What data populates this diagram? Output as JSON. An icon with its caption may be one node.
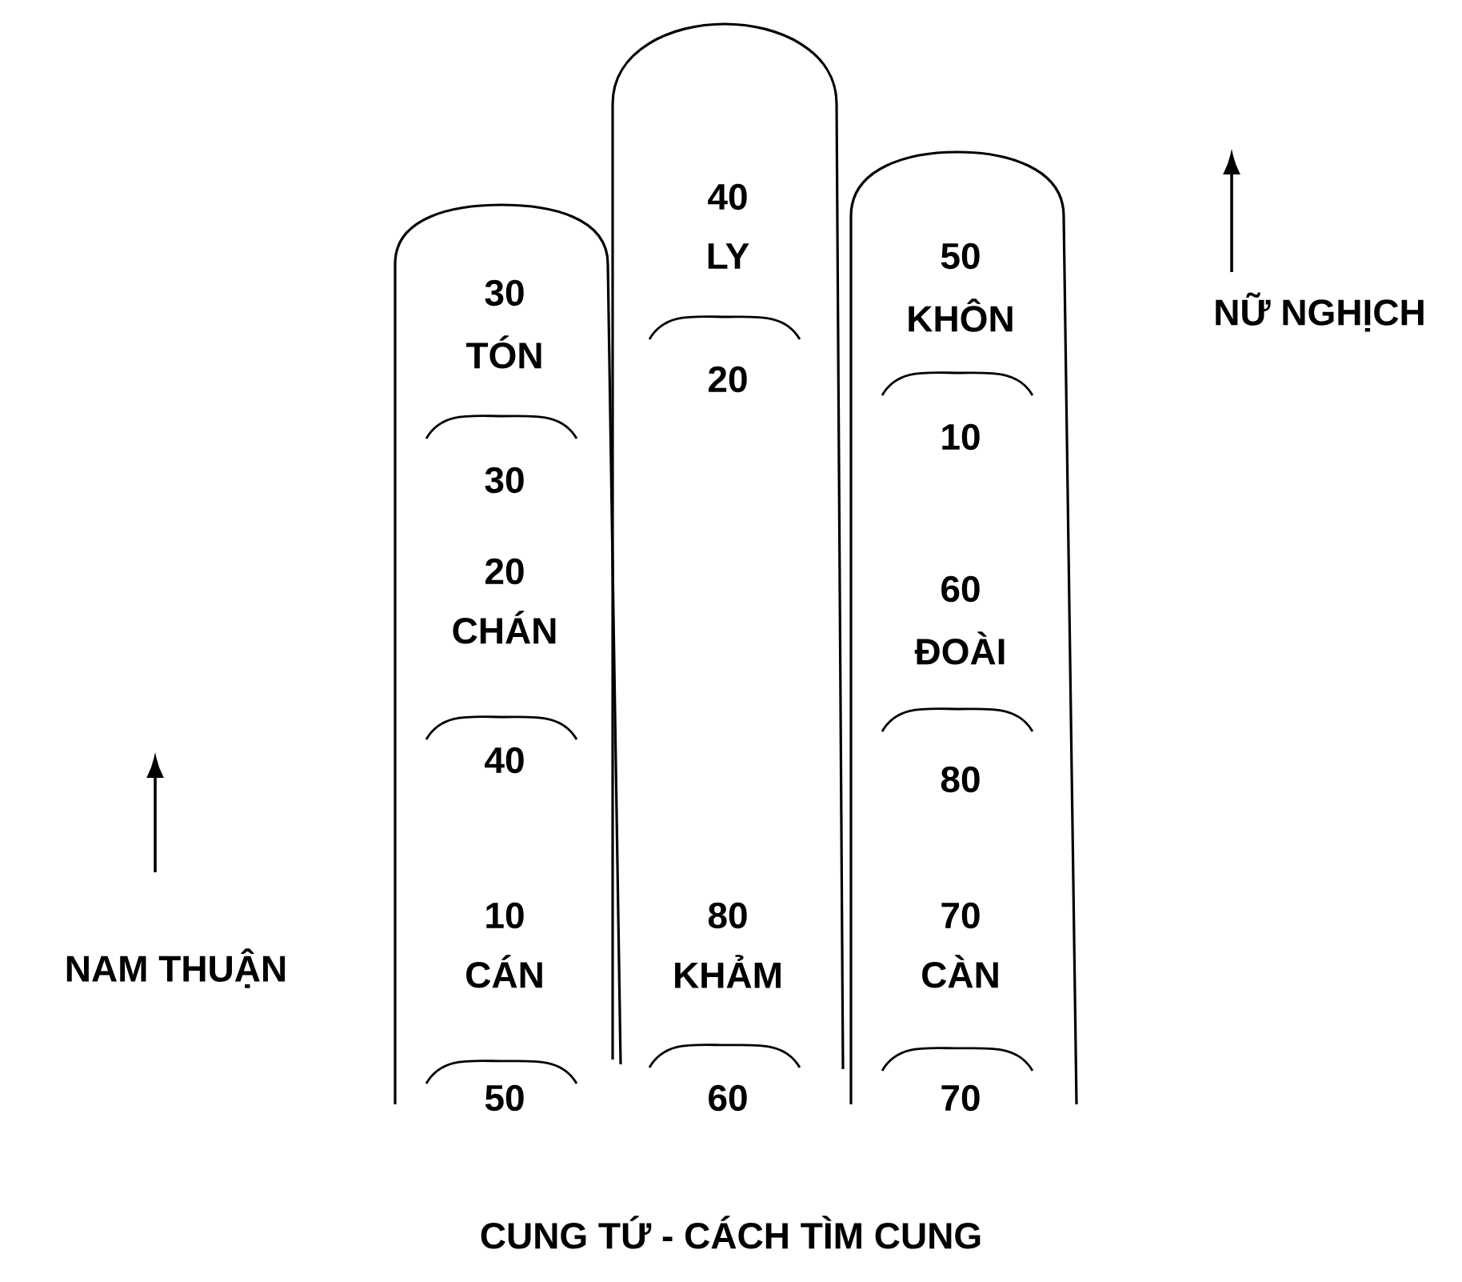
{
  "diagram": {
    "caption": "CUNG TỨ - CÁCH TÌM CUNG",
    "nodes": [
      {
        "text": [
          "30",
          "TÓN",
          "30",
          "20",
          "CHÁN",
          "40",
          "10",
          "CÁN",
          "50"
        ]
      },
      {
        "text": [
          "40",
          "LY",
          "20",
          "80",
          "KHẢM",
          "60"
        ]
      },
      {
        "text": [
          "50",
          "KHÔN",
          "10",
          "60",
          "ĐOÀI",
          "80",
          "70",
          "CÀN",
          "70"
        ]
      }
    ],
    "labels": [
      "NỮ NGHỊCH",
      "NAM THUẬN"
    ]
  }
}
